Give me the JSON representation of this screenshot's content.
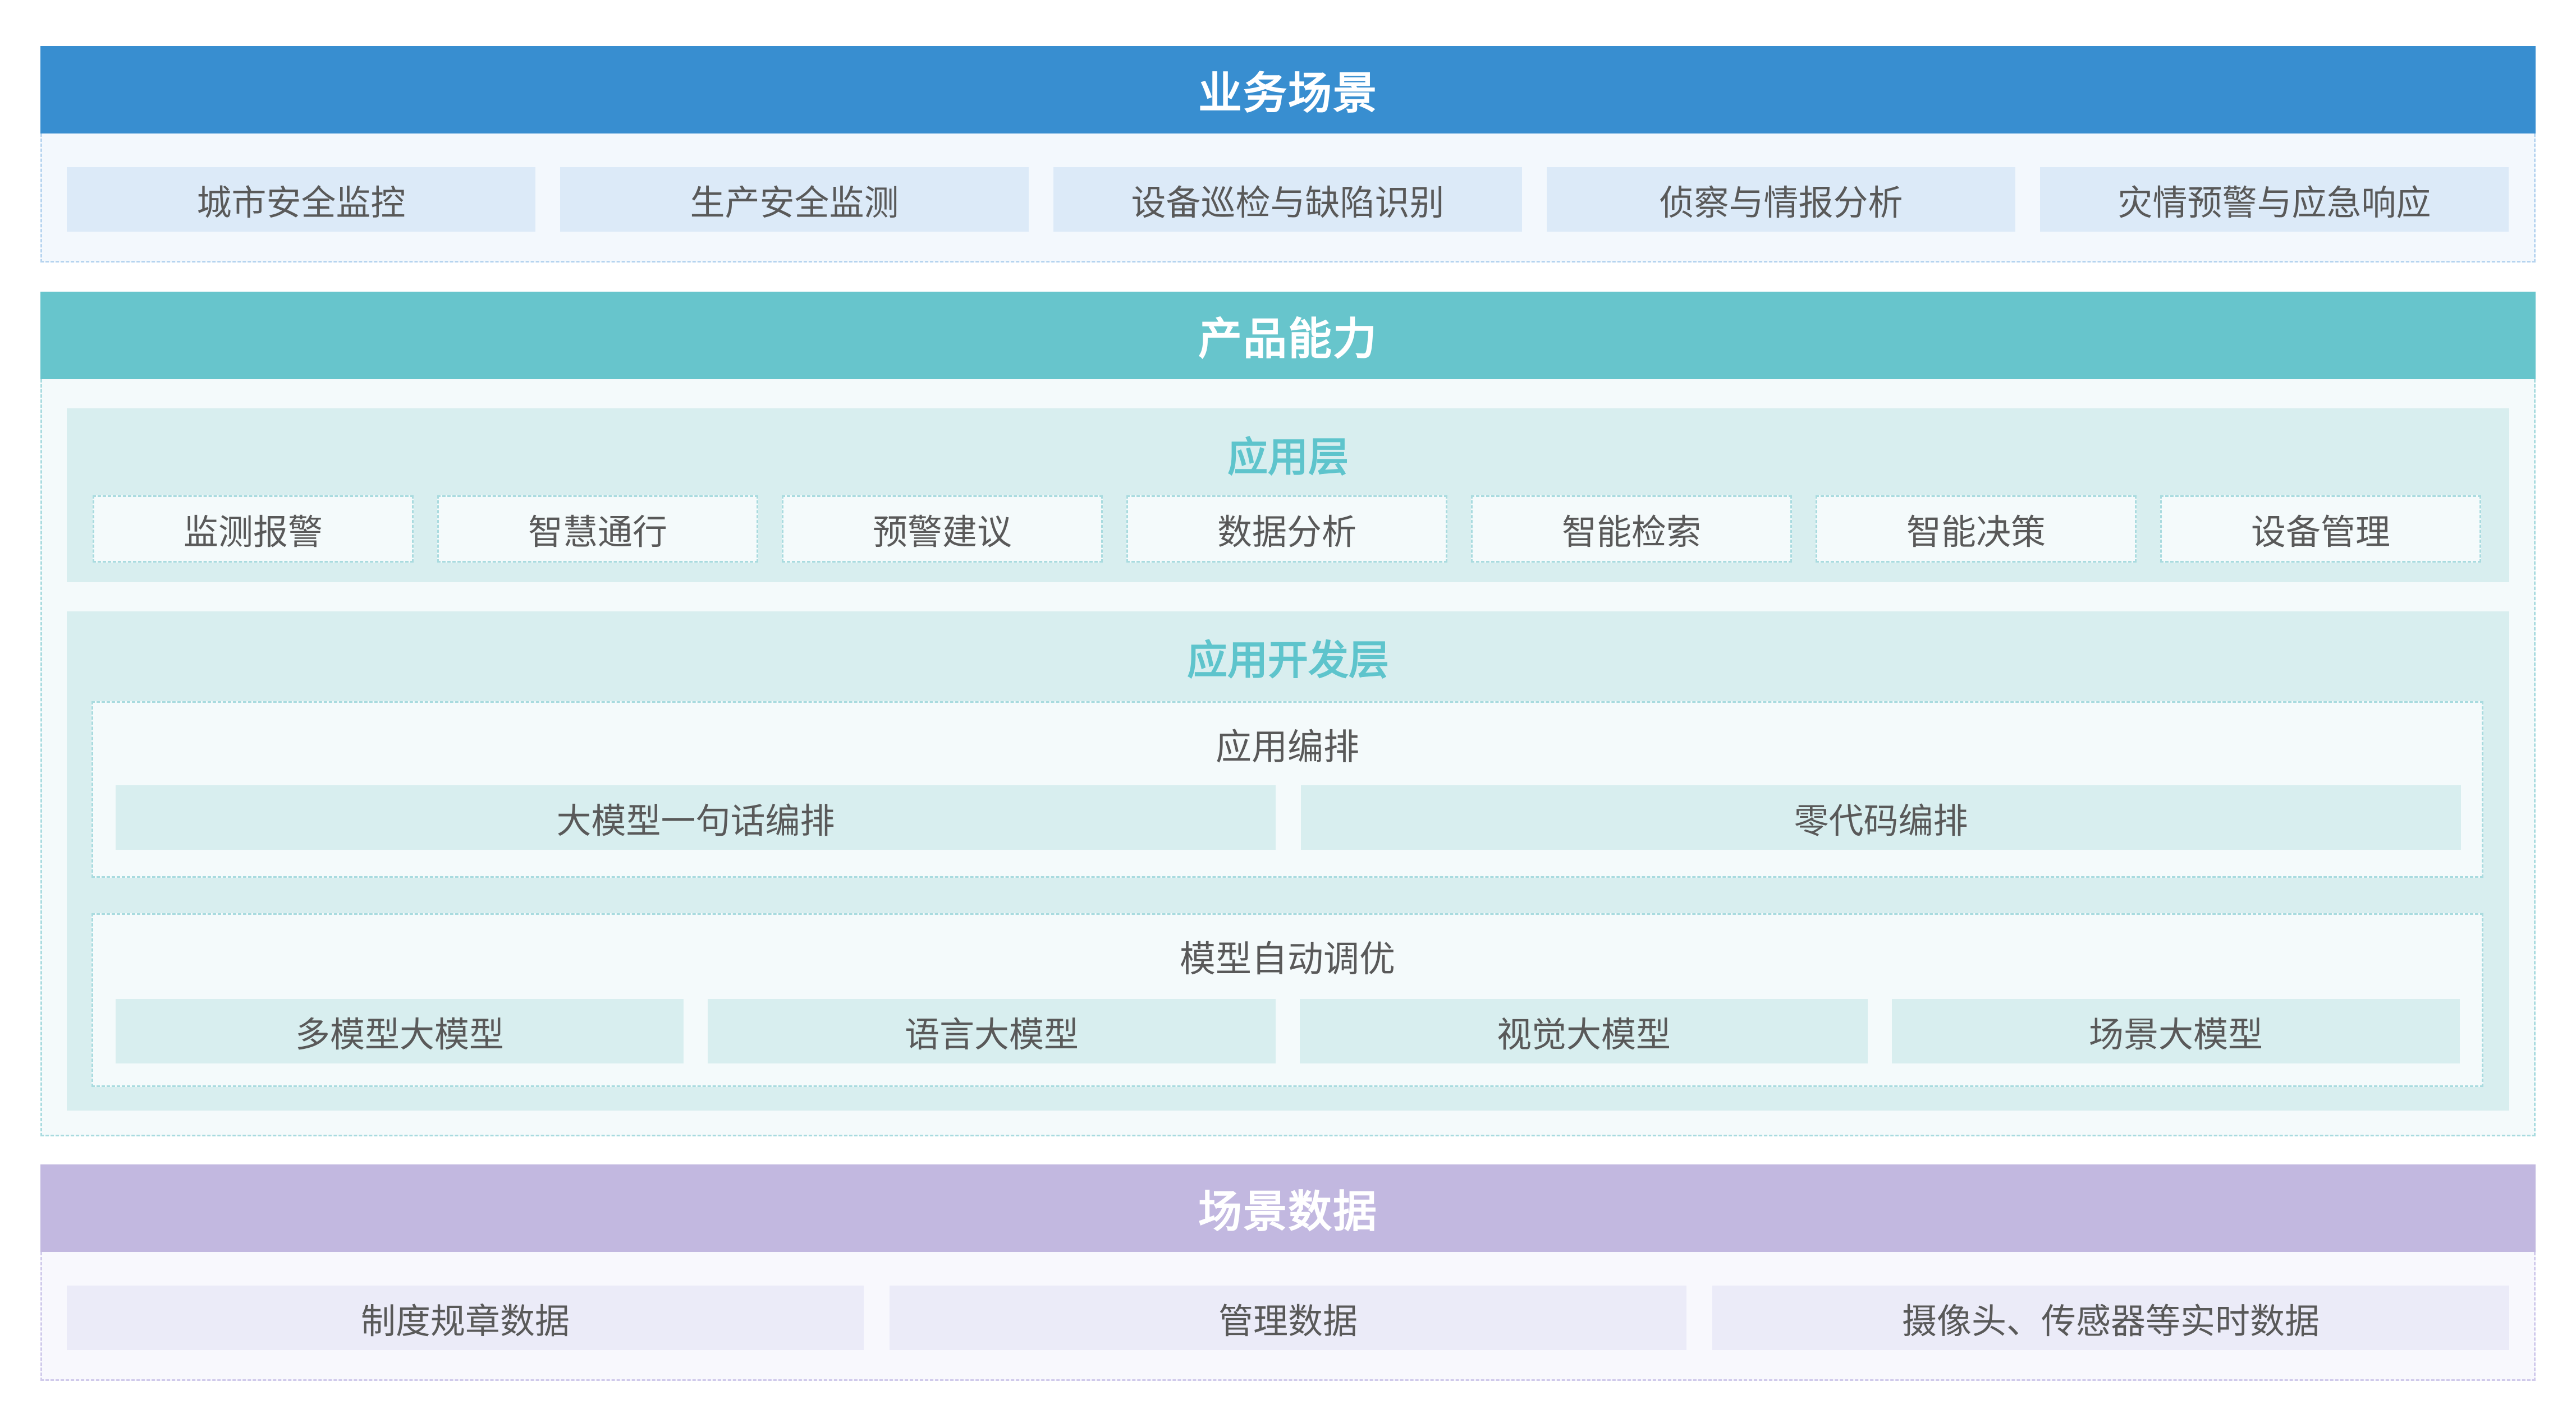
{
  "business": {
    "title": "业务场景",
    "items": [
      "城市安全监控",
      "生产安全监测",
      "设备巡检与缺陷识别",
      "侦察与情报分析",
      "灾情预警与应急响应"
    ]
  },
  "product": {
    "title": "产品能力",
    "app_layer": {
      "title": "应用层",
      "items": [
        "监测报警",
        "智慧通行",
        "预警建议",
        "数据分析",
        "智能检索",
        "智能决策",
        "设备管理"
      ]
    },
    "dev_layer": {
      "title": "应用开发层",
      "orchestration": {
        "title": "应用编排",
        "items": [
          "大模型一句话编排",
          "零代码编排"
        ]
      },
      "tuning": {
        "title": "模型自动调优",
        "items": [
          "多模型大模型",
          "语言大模型",
          "视觉大模型",
          "场景大模型"
        ]
      }
    }
  },
  "scene_data": {
    "title": "场景数据",
    "items": [
      "制度规章数据",
      "管理数据",
      "摄像头、传感器等实时数据"
    ]
  },
  "colors": {
    "business_header": "#388ed0",
    "product_header": "#67c5cc",
    "scene_header": "#c2b8e0"
  }
}
